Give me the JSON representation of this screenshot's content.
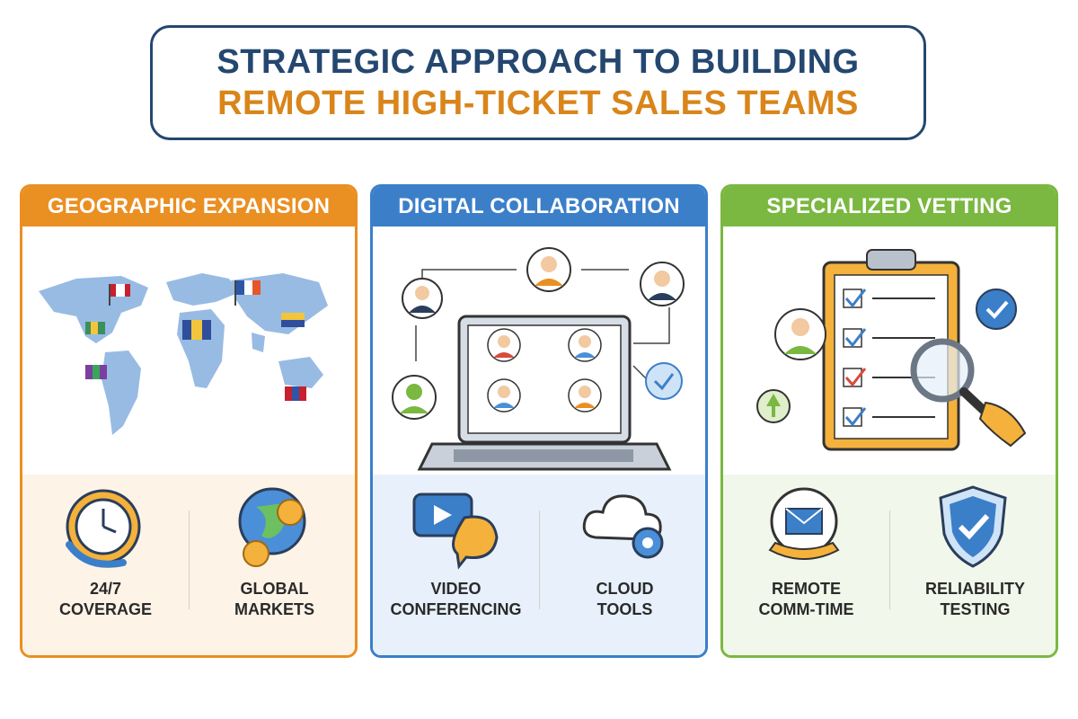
{
  "title": {
    "line1": "STRATEGIC APPROACH TO BUILDING",
    "line2": "REMOTE HIGH-TICKET SALES TEAMS"
  },
  "panels": [
    {
      "header": "GEOGRAPHIC EXPANSION",
      "accent": "#ea8f22",
      "illustration": "world-map-with-flags",
      "features": [
        {
          "icon": "clock-icon",
          "line1": "24/7",
          "line2": "COVERAGE"
        },
        {
          "icon": "globe-coins-icon",
          "line1": "GLOBAL",
          "line2": "MARKETS"
        }
      ]
    },
    {
      "header": "DIGITAL COLLABORATION",
      "accent": "#3b7fc9",
      "illustration": "laptop-video-call-network",
      "features": [
        {
          "icon": "video-chat-icon",
          "line1": "VIDEO",
          "line2": "CONFERENCING"
        },
        {
          "icon": "cloud-gear-icon",
          "line1": "CLOUD",
          "line2": "TOOLS"
        }
      ]
    },
    {
      "header": "SPECIALIZED VETTING",
      "accent": "#7ab841",
      "illustration": "clipboard-checklist-magnifier",
      "features": [
        {
          "icon": "envelope-hand-icon",
          "line1": "REMOTE",
          "line2": "COMM-TIME"
        },
        {
          "icon": "shield-check-icon",
          "line1": "RELIABILITY",
          "line2": "TESTING"
        }
      ]
    }
  ]
}
